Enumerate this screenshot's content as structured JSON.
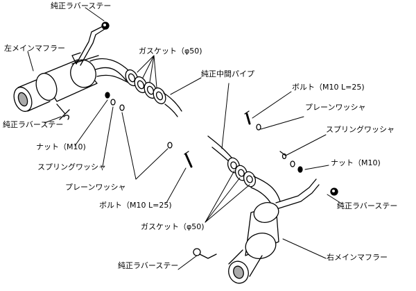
{
  "labels": {
    "stay_top": "純正ラバーステー",
    "left_muffler": "左メインマフラー",
    "gasket_top": "ガスケット（φ50)",
    "center_pipe": "純正中間パイプ",
    "stay_left": "純正ラバーステー",
    "nut_left": "ナット（M10)",
    "spring_washer_left": "スプリングワッシャ",
    "plain_washer_left": "プレーンワッシャ",
    "bolt_left": "ボルト（M10 L=25)",
    "gasket_bottom": "ガスケット（φ50)",
    "stay_bottom": "純正ラバーステー",
    "bolt_right": "ボルト（M10 L=25)",
    "plain_washer_right": "プレーンワッシャ",
    "spring_washer_right": "スプリングワッシャ",
    "nut_right": "ナット（M10)",
    "stay_right": "純正ラバーステー",
    "right_muffler": "右メインマフラー"
  }
}
